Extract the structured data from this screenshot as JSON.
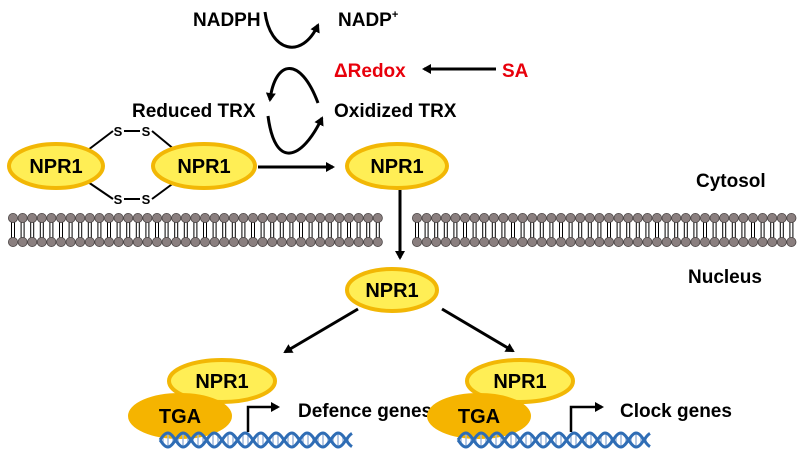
{
  "redox": {
    "nadph": "NADPH",
    "nadp": "NADP",
    "nadp_sup": "+",
    "delta_redox": "ΔRedox",
    "sa": "SA",
    "reduced_trx": "Reduced TRX",
    "oxidized_trx": "Oxidized TRX"
  },
  "oligomer": {
    "left": "NPR1",
    "right": "NPR1",
    "sulfur": "S"
  },
  "monomer_cytosol": "NPR1",
  "monomer_nucleus": "NPR1",
  "compartments": {
    "cytosol": "Cytosol",
    "nucleus": "Nucleus"
  },
  "complex_left": {
    "npr1": "NPR1",
    "tga": "TGA",
    "genes": "Defence genes"
  },
  "complex_right": {
    "npr1": "NPR1",
    "tga": "TGA",
    "genes": "Clock genes"
  },
  "colors": {
    "npr1_fill": "#ffee55",
    "npr1_stroke": "#f2b705",
    "tga_fill": "#f5b400",
    "membrane_head": "#8a7f7f",
    "dna_strand": "#2f6db5",
    "highlight_red": "#e8000b"
  }
}
